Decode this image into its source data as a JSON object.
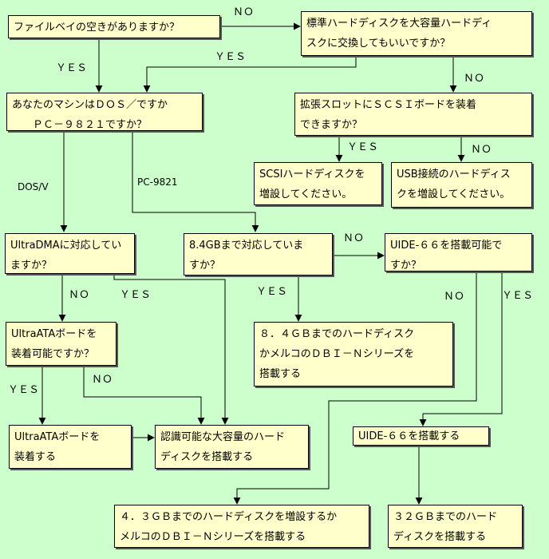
{
  "colors": {
    "background": "#CCFFCC",
    "node_fill": "#FFFFCC",
    "stroke": "#000000"
  },
  "nodes": {
    "fileway_free": "ファイルベイの空きがありますか？",
    "replace_hdd": "標準ハードディスクを大容量ハードディ\nスクに交換してもいいですか？",
    "machine_type": "あなたのマシンはＤＯＳ／ですか\n　　ＰＣ－９８２１ですか？",
    "scsi_slot": "拡張スロットにＳＣＳＩボードを装着\nできますか？",
    "scsi_add": "SCSIハードディスクを\n増設してください。",
    "usb_add": "USB接続のハードディス\nクを増設してください。",
    "ultradma": "UltraDMAに対応してい\nますか？",
    "support_84": "8.4GBまで対応していま\nすか？",
    "uide66_possible": "UIDE-６６を搭載可能で\nすか？",
    "ultraata_possible": "UltraATAボードを\n装着可能ですか？",
    "result_84": "８．４ＧＢまでのハードディスク\nかメルコのＤＢＩ－Ｎシリーズを\n搭載する",
    "ultraata_install": "UltraATAボードを\n装着する",
    "result_large": "認識可能な大容量のハード\nディスクを搭載する",
    "uide66_install": "UIDE-６６を搭載する",
    "result_43": "４．３ＧＢまでのハードディスクを増設するか\nメルコのＤＢＩ－Ｎシリーズを搭載する",
    "result_32": "３２ＧＢまでのハード\nディスクを搭載する"
  },
  "edge_labels": {
    "fileway_no": "ＮＯ",
    "fileway_yes": "ＹＥＳ",
    "replace_yes": "ＹＥＳ",
    "replace_no": "ＮＯ",
    "scsi_yes": "ＹＥＳ",
    "scsi_no": "ＮＯ",
    "dosv": "DOS/V",
    "pc9821": "PC-9821",
    "s84_no": "ＮＯ",
    "dma_no": "ＮＯ",
    "dma_yes": "ＹＥＳ",
    "s84_yes": "ＹＥＳ",
    "uide_no": "ＮＯ",
    "uide_yes": "ＹＥＳ",
    "ata_no": "ＮＯ",
    "ata_yes": "ＹＥＳ"
  }
}
